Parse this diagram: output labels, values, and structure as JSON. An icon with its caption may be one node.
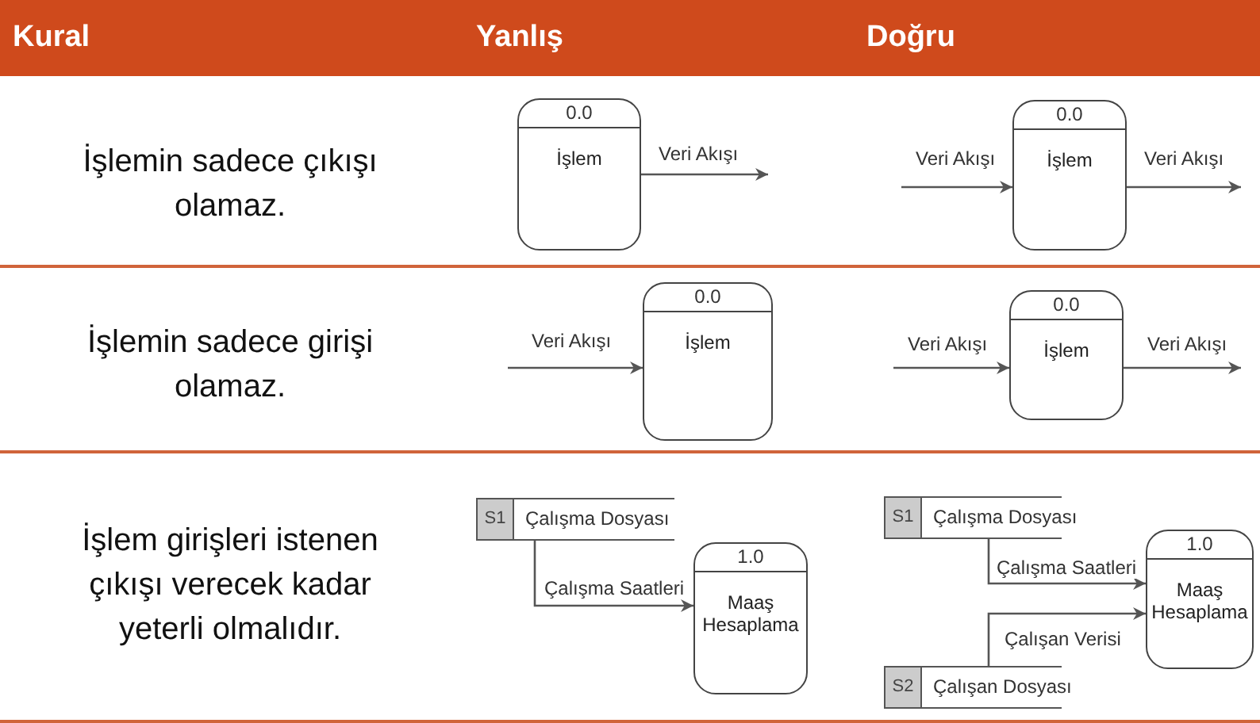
{
  "diagram": {
    "nodes": [
      {
        "text": [
          "0.0",
          "İşlem"
        ]
      },
      {
        "text": [
          "0.0",
          "İşlem"
        ]
      },
      {
        "text": [
          "0.0",
          "İşlem"
        ]
      },
      {
        "text": [
          "0.0",
          "İşlem"
        ]
      },
      {
        "text": [
          "S1",
          "Çalışma Dosyası"
        ]
      },
      {
        "text": [
          "1.0",
          "Maaş Hesaplama"
        ]
      },
      {
        "text": [
          "S1",
          "Çalışma Dosyası"
        ]
      },
      {
        "text": [
          "1.0",
          "Maaş Hesaplama"
        ]
      },
      {
        "text": [
          "S2",
          "Çalışan Dosyası"
        ]
      }
    ],
    "edges": [
      {
        "from": 0,
        "to": null,
        "arrow": "to",
        "label": "Veri Akışı"
      },
      {
        "from": null,
        "to": 1,
        "arrow": "to",
        "label": "Veri Akışı"
      },
      {
        "from": 1,
        "to": null,
        "arrow": "to",
        "label": "Veri Akışı"
      },
      {
        "from": null,
        "to": 2,
        "arrow": "to",
        "label": "Veri Akışı"
      },
      {
        "from": null,
        "to": 3,
        "arrow": "to",
        "label": "Veri Akışı"
      },
      {
        "from": 3,
        "to": null,
        "arrow": "to",
        "label": "Veri Akışı"
      },
      {
        "from": 4,
        "to": 5,
        "arrow": "to",
        "label": "Çalışma Saatleri"
      },
      {
        "from": 6,
        "to": 7,
        "arrow": "to",
        "label": "Çalışma Saatleri"
      },
      {
        "from": 8,
        "to": 7,
        "arrow": "to",
        "label": "Çalışan Verisi"
      }
    ],
    "labels": [
      "Kural",
      "Yanlış",
      "Doğru",
      "İşlemin sadece çıkışı olamaz.",
      "İşlemin sadece girişi olamaz.",
      "İşlem girişleri istenen çıkışı verecek kadar yeterli olmalıdır."
    ]
  }
}
